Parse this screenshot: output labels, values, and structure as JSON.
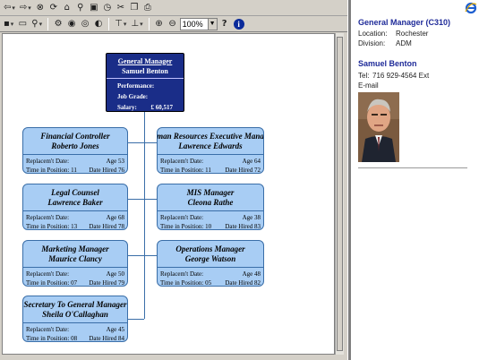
{
  "toolbar": {
    "zoom_value": "100%"
  },
  "chart": {
    "root": {
      "title": "General Manager",
      "name": "Samuel Benton",
      "rows": [
        {
          "label": "Performance:",
          "value": ""
        },
        {
          "label": "Job Grade:",
          "value": ""
        },
        {
          "label": "Salary:",
          "value": "£ 60,517"
        }
      ]
    },
    "left": [
      {
        "title": "Financial Controller",
        "name": "Roberto Jones",
        "rep": "Replacem't Date:",
        "age": "Age  53",
        "tip": "Time in Position:  11",
        "hired": "Date Hired  76"
      },
      {
        "title": "Legal Counsel",
        "name": "Lawrence Baker",
        "rep": "Replacem't Date:",
        "age": "Age  68",
        "tip": "Time in Position:  13",
        "hired": "Date Hired  78"
      },
      {
        "title": "Marketing Manager",
        "name": "Maurice Clancy",
        "rep": "Replacem't Date:",
        "age": "Age  50",
        "tip": "Time in Position:  07",
        "hired": "Date Hired  79"
      },
      {
        "title": "Secretary To General Manager",
        "name": "Sheila O'Callaghan",
        "rep": "Replacem't Date:",
        "age": "Age  45",
        "tip": "Time in Position:  08",
        "hired": "Date Hired  84"
      }
    ],
    "right": [
      {
        "title": "man Resources Executive Mana",
        "name": "Lawrence Edwards",
        "rep": "Replacem't Date:",
        "age": "Age  64",
        "tip": "Time in Position:  11",
        "hired": "Date Hired  72"
      },
      {
        "title": "MIS Manager",
        "name": "Cleona Rathe",
        "rep": "Replacem't Date:",
        "age": "Age  38",
        "tip": "Time in Position:  10",
        "hired": "Date Hired  83"
      },
      {
        "title": "Operations Manager",
        "name": "George Watson",
        "rep": "Replacem't Date:",
        "age": "Age  48",
        "tip": "Time in Position:  05",
        "hired": "Date Hired  82"
      }
    ]
  },
  "pane": {
    "position_title": "General Manager (C310)",
    "location_label": "Location:",
    "location_value": "Rochester",
    "division_label": "Division:",
    "division_value": "ADM",
    "person_name": "Samuel Benton",
    "tel_label": "Tel:",
    "tel_value": "716 929-4564 Ext",
    "email_label": "E-mail"
  },
  "colors": {
    "node_fill": "#a8cdf4",
    "root_fill": "#1a2d88",
    "title_blue": "#1f2b99"
  },
  "icons": [
    "back-arrow-icon",
    "forward-arrow-icon",
    "stop-icon",
    "refresh-icon",
    "home-icon",
    "search-icon",
    "favorites-icon",
    "history-icon",
    "tools-icon",
    "copy-icon",
    "print-icon",
    "save-icon",
    "open-folder-icon",
    "find-icon",
    "tree-icon",
    "expand-icon",
    "collapse-icon",
    "layout-icon",
    "org-chart-icon",
    "zoom-in-icon",
    "zoom-out-icon",
    "help-icon",
    "info-icon",
    "ie-logo-icon"
  ]
}
